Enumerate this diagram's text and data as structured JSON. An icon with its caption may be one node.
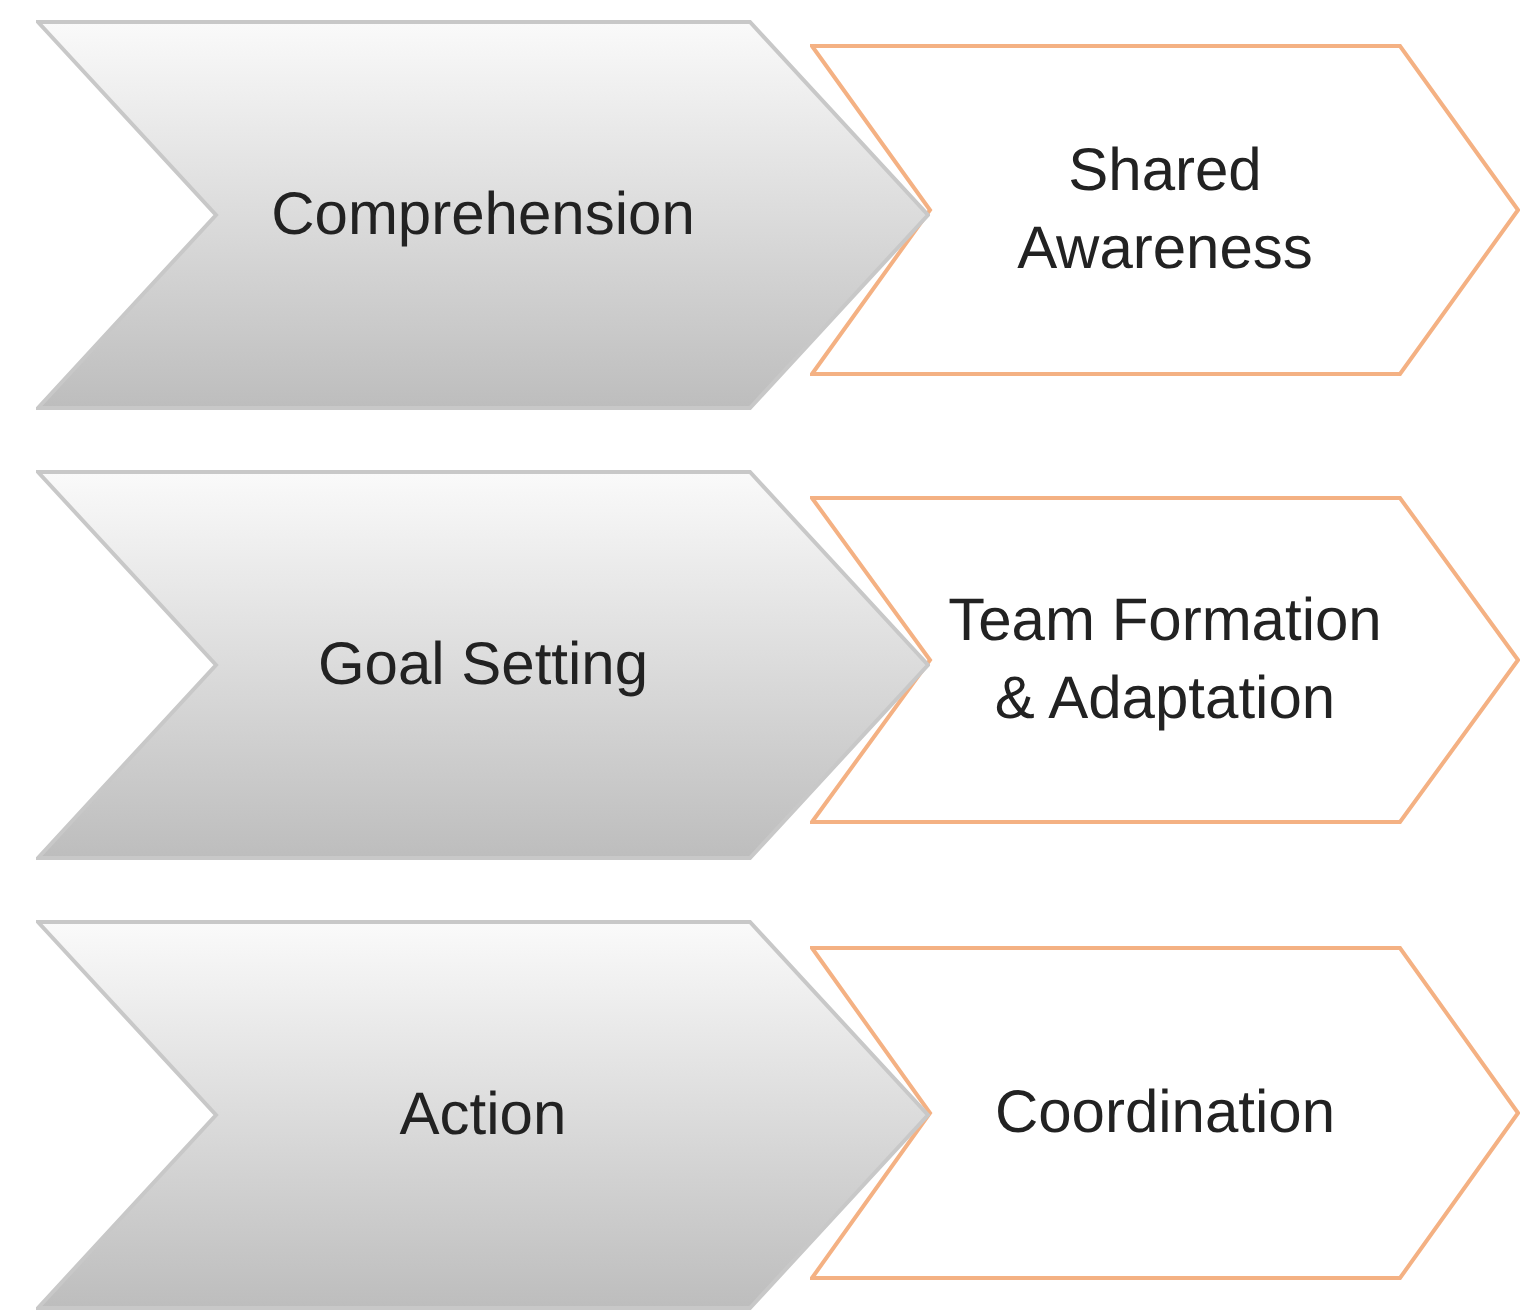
{
  "diagram": {
    "nodes": [
      {
        "text": [
          "Comprehension"
        ]
      },
      {
        "text": [
          "Shared Awareness"
        ]
      },
      {
        "text": [
          "Goal Setting"
        ]
      },
      {
        "text": [
          "Team Formation & Adaptation"
        ]
      },
      {
        "text": [
          "Action"
        ]
      },
      {
        "text": [
          "Coordination"
        ]
      }
    ]
  }
}
